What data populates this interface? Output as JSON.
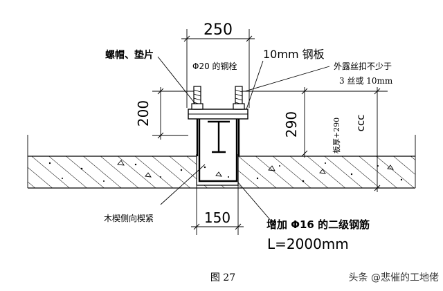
{
  "labels": {
    "width_top": "250",
    "nut_washer": "螺帽、垫片",
    "bar_phi20": "Φ20 的钢栓",
    "plate_10mm": "10mm 钢板",
    "thread_note_1": "外露丝扣不少于",
    "thread_note_2": "3 丝或 10mm",
    "height_200": "200",
    "height_290": "290",
    "slab_plus": "板厚+290",
    "circle_mark": "ccc",
    "wood_wedge": "木楔侧向楔紧",
    "width_bottom": "150",
    "rebar_note": "增加 Φ16 的二级钢筋",
    "length_note": "L=2000mm",
    "figure_caption": "图 27",
    "watermark": "头条 @悲催的工地佬"
  },
  "colors": {
    "line": "#000000",
    "background": "#ffffff",
    "watermark": "#333333"
  }
}
